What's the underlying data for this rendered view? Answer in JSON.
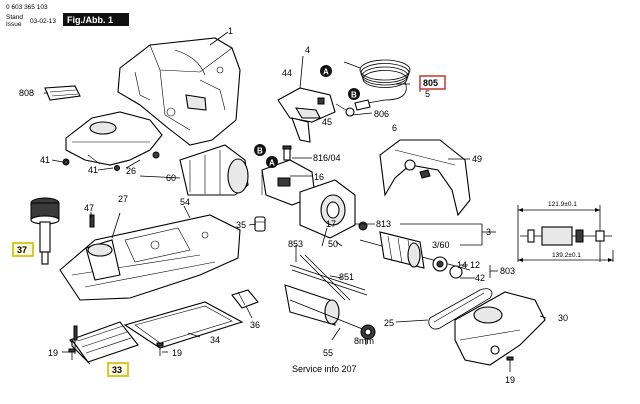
{
  "header": {
    "doc_number": "0 603 365 103",
    "stand_label": "Stand",
    "issue_label": "Issue",
    "date": "03-02-13",
    "fig_label": "Fig./Abb. 1"
  },
  "footer": {
    "service_info": "Service info 207"
  },
  "colors": {
    "highlight_box": "#d4c21a",
    "red_box": "#c0392b",
    "circle_fill": "#111111"
  },
  "callouts": {
    "c1": "1",
    "c3": "3",
    "c3_60": "3/60",
    "c4": "4",
    "c5": "5",
    "c6": "6",
    "c12": "12",
    "c14": "14",
    "c16": "16",
    "c17": "17",
    "c19a": "19",
    "c19b": "19",
    "c19c": "19",
    "c25": "25",
    "c26": "26",
    "c27": "27",
    "c30": "30",
    "c34": "34",
    "c35": "35",
    "c36": "36",
    "c41a": "41",
    "c41b": "41",
    "c42": "42",
    "c44": "44",
    "c45": "45",
    "c47": "47",
    "c49": "49",
    "c50": "50",
    "c54": "54",
    "c55": "55",
    "c60": "60",
    "c803": "803",
    "c806": "806",
    "c808": "808",
    "c813": "813",
    "c816": "816/04",
    "c851": "851",
    "c853": "853",
    "c8mm": "8mm",
    "c37": "37",
    "c33": "33",
    "c805": "805",
    "A1": "A",
    "B1": "B",
    "A2": "A",
    "B2": "B"
  },
  "dimensions": {
    "d1": "121.9±0.1",
    "d2": "139.2±0.1"
  }
}
